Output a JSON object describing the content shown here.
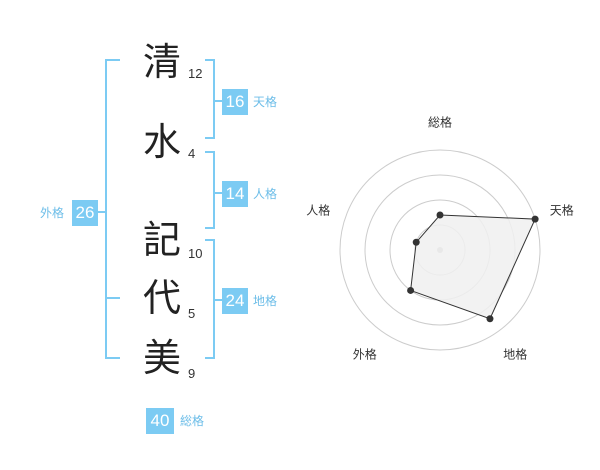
{
  "name": {
    "characters": [
      {
        "char": "清",
        "strokes": "12"
      },
      {
        "char": "水",
        "strokes": "4"
      },
      {
        "char": "記",
        "strokes": "10"
      },
      {
        "char": "代",
        "strokes": "5"
      },
      {
        "char": "美",
        "strokes": "9"
      }
    ]
  },
  "fortunes": {
    "tenkaku": {
      "value": "16",
      "label": "天格"
    },
    "jinkaku": {
      "value": "14",
      "label": "人格"
    },
    "chikaku": {
      "value": "24",
      "label": "地格"
    },
    "gaikaku": {
      "value": "26",
      "label": "外格"
    },
    "soukaku": {
      "value": "40",
      "label": "総格"
    }
  },
  "chart_data": {
    "type": "radar",
    "axes": [
      "総格",
      "天格",
      "地格",
      "外格",
      "人格"
    ],
    "values": [
      0.35,
      1.0,
      0.85,
      0.5,
      0.25
    ],
    "rings": 4,
    "colors": {
      "fill": "#f0f0f0",
      "stroke": "#333333",
      "ring": "#cccccc",
      "accent": "#7ccbf3"
    }
  }
}
